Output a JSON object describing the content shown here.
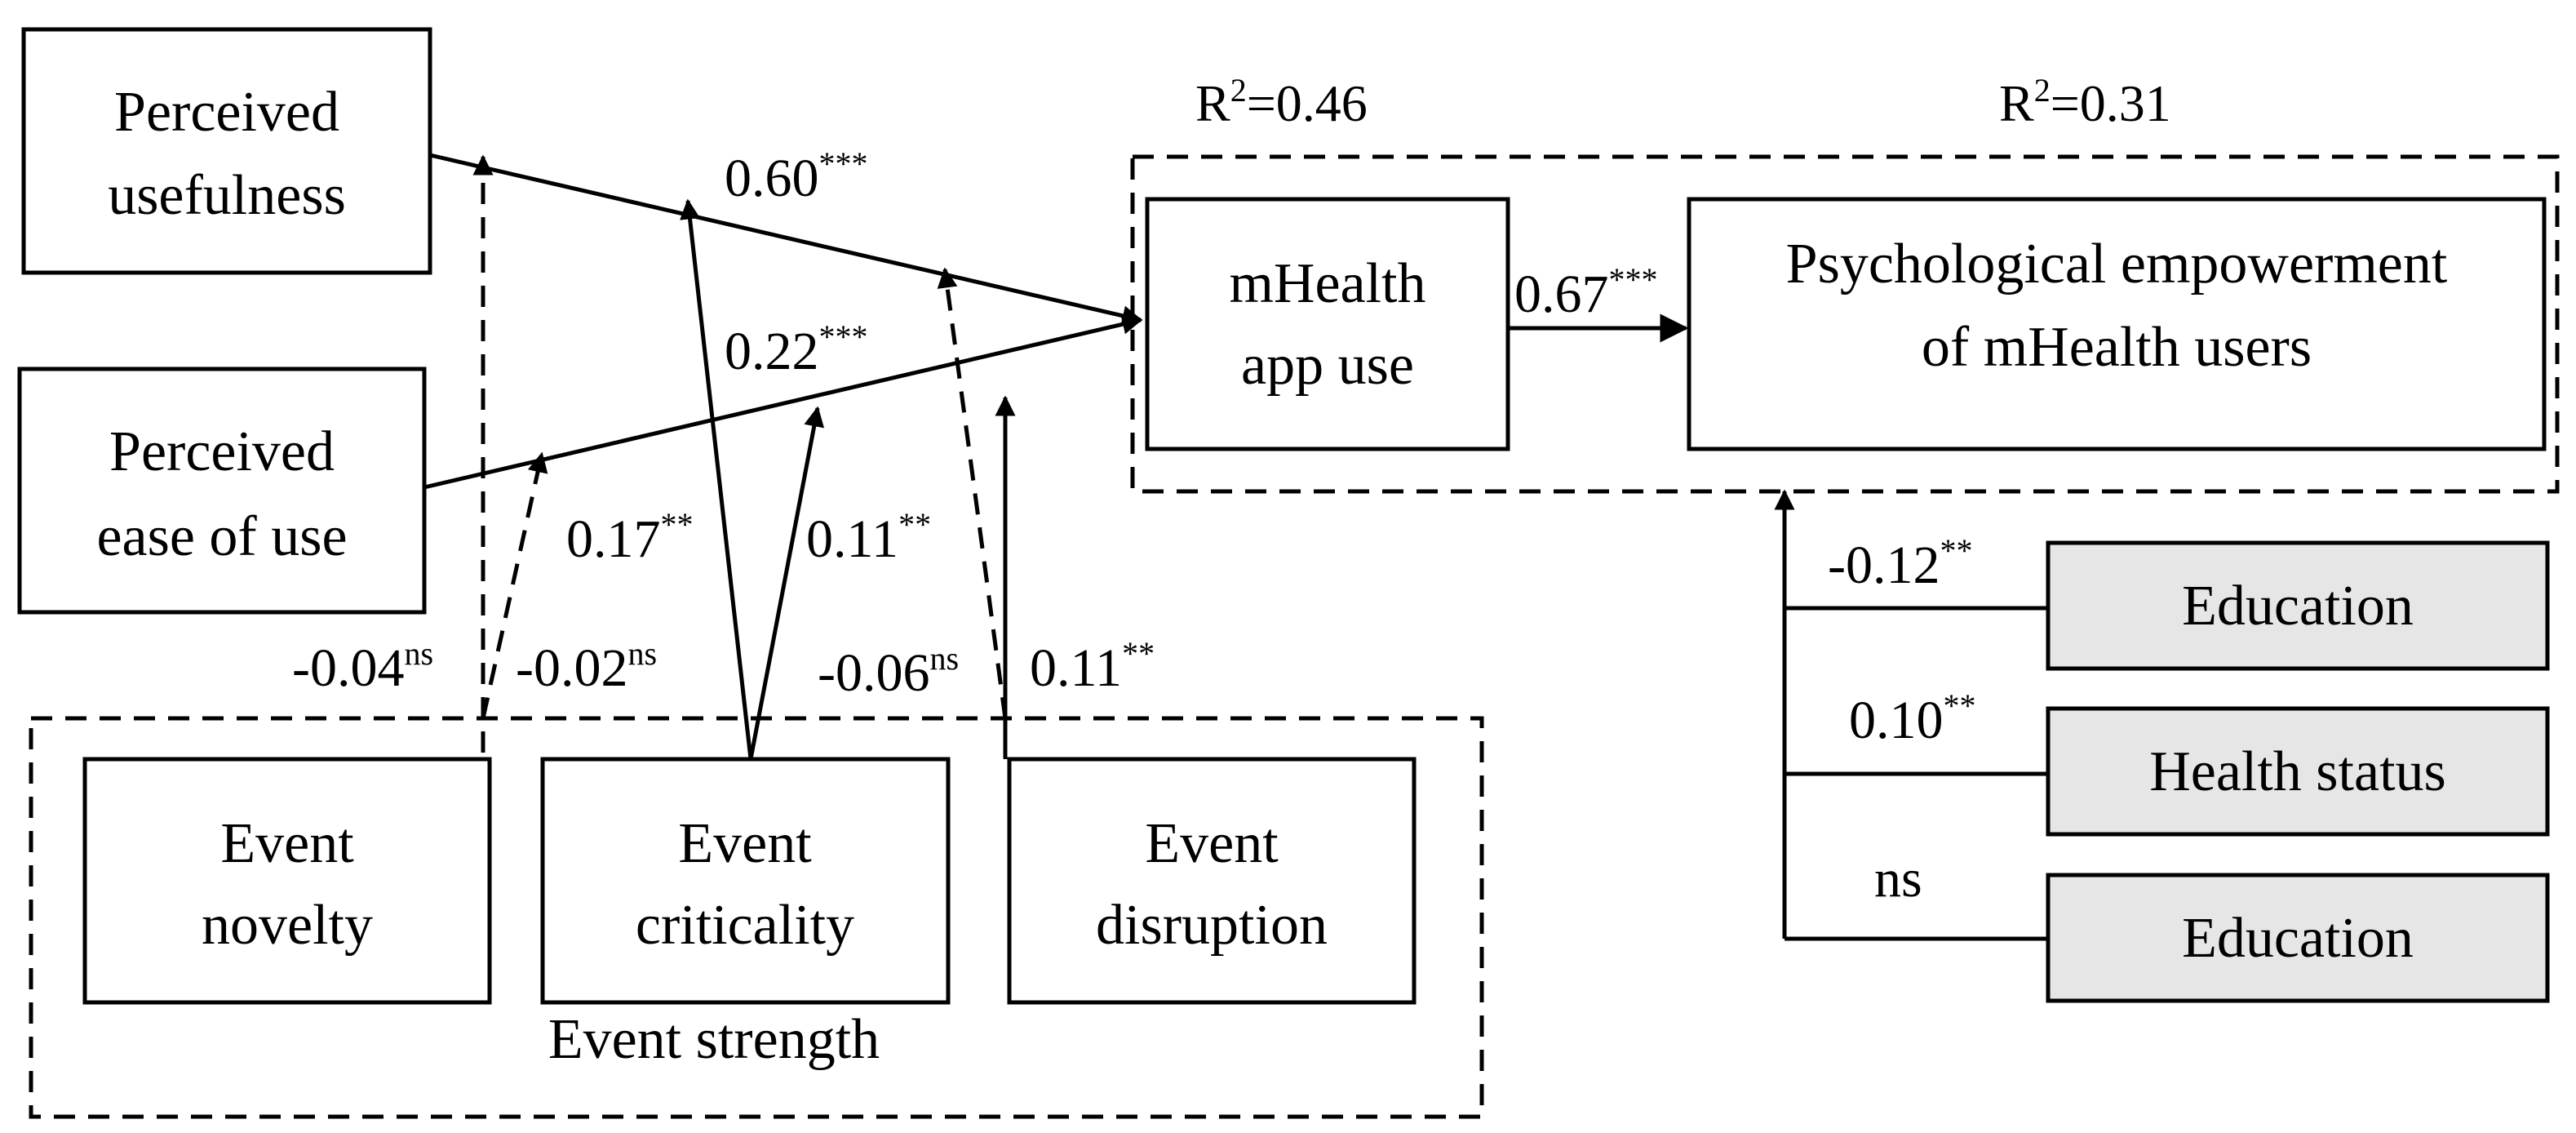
{
  "nodes": {
    "perceived_usefulness": [
      "Perceived",
      "usefulness"
    ],
    "perceived_ease_of_use": [
      "Perceived",
      "ease of use"
    ],
    "mhealth_app_use": [
      "mHealth",
      "app use"
    ],
    "psychological_empowerment": [
      "Psychological empowerment",
      "of mHealth users"
    ],
    "event_novelty": [
      "Event",
      "novelty"
    ],
    "event_criticality": [
      "Event",
      "criticality"
    ],
    "event_disruption": [
      "Event",
      "disruption"
    ],
    "control_1": "Education",
    "control_2": "Health status",
    "control_3": "Education"
  },
  "groups": {
    "event_strength": "Event strength"
  },
  "r_squared": {
    "mhealth_app_use": {
      "prefix": "R",
      "sup": "2",
      "value": "=0.46"
    },
    "psychological_empowerment": {
      "prefix": "R",
      "sup": "2",
      "value": "=0.31"
    }
  },
  "paths": {
    "pu_to_use": {
      "coef": "0.60",
      "sig": "***"
    },
    "peou_to_use": {
      "coef": "0.22",
      "sig": "***"
    },
    "use_to_pe": {
      "coef": "0.67",
      "sig": "***"
    },
    "novelty_mod_pu": {
      "coef": "-0.04",
      "sig": "ns"
    },
    "novelty_mod_peou": {
      "coef": "-0.02",
      "sig": "ns"
    },
    "criticality_mod_pu": {
      "coef": "0.17",
      "sig": "**"
    },
    "criticality_mod_peou": {
      "coef": "0.11",
      "sig": "**"
    },
    "disruption_mod_pu": {
      "coef": "-0.06",
      "sig": "ns"
    },
    "disruption_mod_peou": {
      "coef": "0.11",
      "sig": "**"
    },
    "control_1_to_pe": {
      "coef": "-0.12",
      "sig": "**"
    },
    "control_2_to_pe": {
      "coef": "0.10",
      "sig": "**"
    },
    "control_3_to_pe": {
      "coef": "ns",
      "sig": ""
    }
  },
  "colors": {
    "line": "#000000",
    "control_box_fill": "#e6e6e6",
    "box_fill": "#ffffff"
  }
}
